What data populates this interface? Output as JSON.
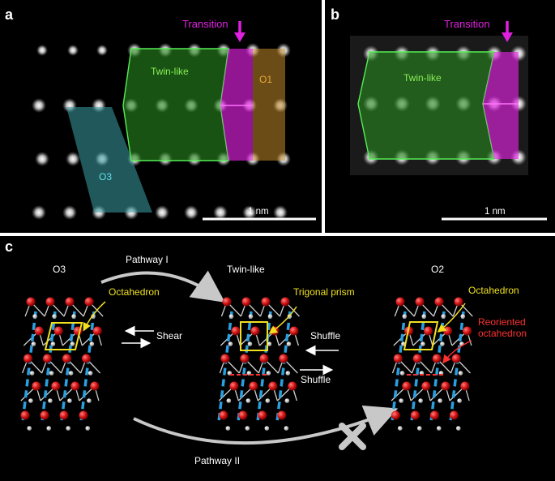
{
  "panels": {
    "a": {
      "letter": "a",
      "transition_label": "Transition",
      "twin_label": "Twin-like",
      "o1_label": "O1",
      "o3_label": "O3",
      "scale_label": "1 nm"
    },
    "b": {
      "letter": "b",
      "transition_label": "Transition",
      "twin_label": "Twin-like",
      "scale_label": "1 nm"
    },
    "c": {
      "letter": "c",
      "o3_title": "O3",
      "twin_title": "Twin-like",
      "o2_title": "O2",
      "pathway1": "Pathway I",
      "pathway2": "Pathway II",
      "octahedron_left": "Octahedron",
      "trigonal_prism": "Trigonal prism",
      "octahedron_right": "Octahedron",
      "reoriented_line1": "Reoriented",
      "reoriented_line2": "octahedron",
      "shear": "Shear",
      "shuffle_top": "Shuffle",
      "shuffle_bottom": "Shuffle"
    }
  },
  "colors": {
    "background": "#000000",
    "frame": "#ffffff",
    "magenta": "#e020e0",
    "green_region": "#2a8a22",
    "green_edge": "#55ee55",
    "twin_text": "#88ee55",
    "cyan_region": "#3aa0a8",
    "cyan_text": "#60e0ea",
    "orange_region": "#c28a2a",
    "o1_text": "#e8a838",
    "atom_oxygen": "#d81818",
    "atom_metal": "#e8e8e8",
    "dashed_blue": "#2aa0e0",
    "yellow": "#f0e020",
    "red_text": "#ff3030",
    "text_white": "#ffffff",
    "grey_arrow": "#c8c8c8",
    "cross": "#c8c8c8"
  }
}
